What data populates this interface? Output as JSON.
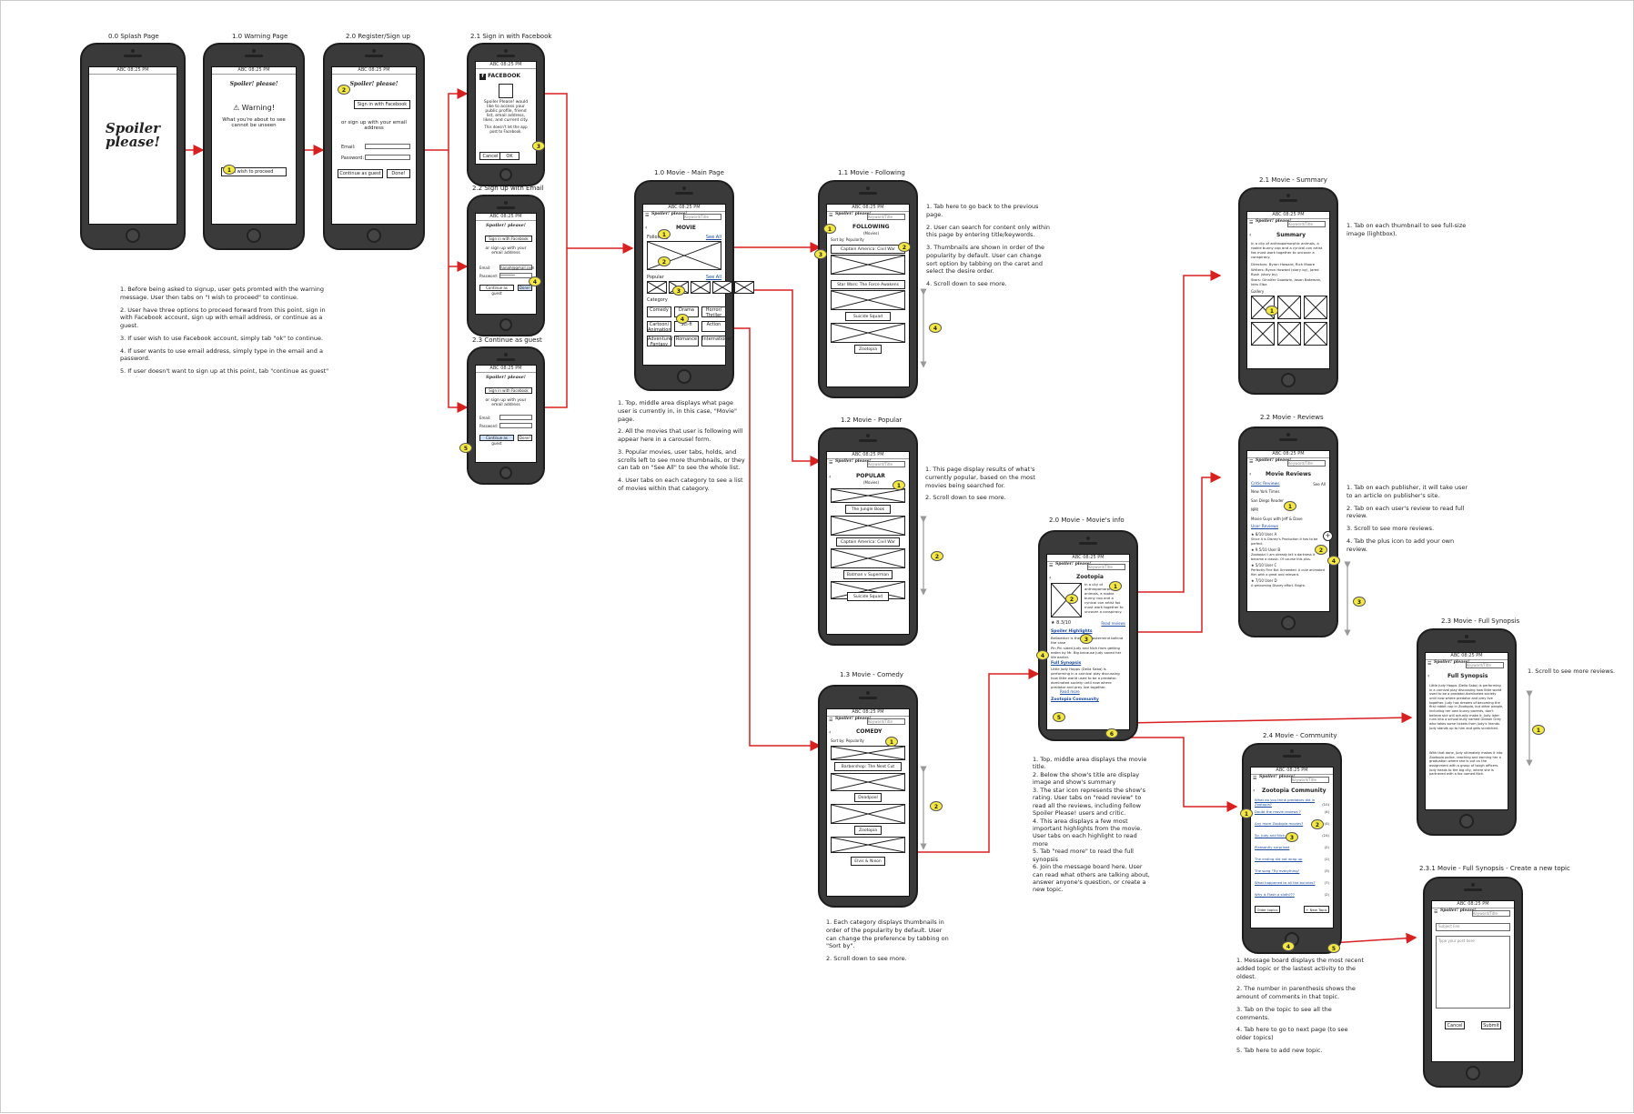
{
  "screens": {
    "s00": {
      "title": "0.0 Splash Page",
      "logo_line1": "Spoiler",
      "logo_line2": "please!"
    },
    "s10": {
      "title": "1.0 Warning Page",
      "logo": "Spoiler! please!",
      "heading": "Warning!",
      "body": "What you're about to see cannot be unseen",
      "button": "I wish to proceed"
    },
    "s20": {
      "title": "2.0 Register/Sign up",
      "fb_button": "Sign in with Facebook",
      "or_text": "or sign up with your email address",
      "email": "Email:",
      "password": "Password:",
      "guest": "Continue as guest",
      "done": "Done!"
    },
    "s21": {
      "title": "2.1 Sign in with Facebook",
      "header": "FACEBOOK",
      "body": "Spoiler Please! would like to access your public profile, friend list, email address, likes, and current city.",
      "note": "This doesn't let the app post to Facebook.",
      "cancel": "Cancel",
      "ok": "OK"
    },
    "s22": {
      "title": "2.2 Sign up with Email",
      "fb": "Sign in with Facebook",
      "or_text": "or sign up with your email address",
      "email": "Email:",
      "email_val": "hanah@gmail.com",
      "password": "Password:",
      "pw_val": "********",
      "guest": "Continue as guest",
      "done": "Done!"
    },
    "s23": {
      "title": "2.3 Continue as guest",
      "fb": "Sign in with Facebook",
      "or_text": "or sign up with your email address",
      "email": "Email:",
      "password": "Password:",
      "guest": "Continue as guest",
      "done": "Done!"
    },
    "m10": {
      "title": "1.0 Movie - Main Page",
      "heading": "MOVIE",
      "search": "Keyword/Title",
      "following": "Following",
      "popular": "Popular",
      "see_all": "See All",
      "category": "Category",
      "cats": [
        "Comedy",
        "Drama",
        "Horror/ Thriller",
        "Cartoon/ Animation",
        "Sci-fi",
        "Action",
        "Adventure/ Fantasy",
        "Romance",
        "International"
      ]
    },
    "m11": {
      "title": "1.1 Movie - Following",
      "heading": "FOLLOWING",
      "sub": "(Movies)",
      "sort": "Sort by: Popularity",
      "items": [
        "Captain America: Civil War",
        "Star Wars: The Force Awakens",
        "Suicide Squad",
        "Zootopia"
      ]
    },
    "m12": {
      "title": "1.2 Movie - Popular",
      "heading": "POPULAR",
      "sub": "(Movies)",
      "items": [
        "The Jungle Book",
        "Captain America: Civil War",
        "Batman v Superman",
        "Suicide Squad"
      ]
    },
    "m13": {
      "title": "1.3 Movie - Comedy",
      "heading": "COMEDY",
      "sort": "Sort by: Popularity",
      "items": [
        "Barbershop: The Next Cut",
        "Deadpool",
        "Zootopia",
        "Elvis & Nixon"
      ]
    },
    "i20": {
      "title": "2.0 Movie - Movie's info",
      "heading": "Zootopia",
      "desc": "In a city of anthropomorphic animals, a rookie bunny cop and a cynical con artist fox must work together to uncover a conspiracy.",
      "rating": "8.3/10",
      "read_review": "Read reviews",
      "highlights": "Spoiler Highlights",
      "h1": "Bellwether is the true mastermind behind the case",
      "h2": "Pin Pin sided Judy and Nick from getting eaten by Mr. Big because Judy saved her life earlier.",
      "synopsis_h": "Full Synopsis",
      "synopsis": "Little Judy Hopps (Della Saba) is performing in a carnival play discussing how little world used to be a predator-dominated society until now where predator and prey live together.",
      "read_more": "Read more",
      "community": "Zootopia Community"
    },
    "v21": {
      "title": "2.1 Movie - Summary",
      "heading": "Summary",
      "body": "In a city of anthropomorphic animals, a rookie bunny cop and a cynical con artist fox must work together to uncover a conspiracy.",
      "directors": "Directors: Byron Howard, Rich Moore",
      "writers": "Writers: Byron Howard (story by), Jared Bush (story by)",
      "stars": "Stars: Ginnifer Goodwin, Jason Bateman, Idris Elba",
      "gallery": "Gallery"
    },
    "v22": {
      "title": "2.2 Movie - Reviews",
      "heading": "Movie Reviews",
      "critic": "Critic Reviews",
      "see_all": "See All",
      "critics": [
        "New York Times",
        "San Diego Reader",
        "NPR",
        "Movie Guys with Jeff & Dave"
      ],
      "user": "User Reviews",
      "users": [
        {
          "score": "8/10",
          "name": "User A",
          "text": "Since it is Disney's Production it has to be perfect."
        },
        {
          "score": "9.5/10",
          "name": "User B",
          "text": "Zootopia! I am already tell a darkness it became a classic. Of course this plus."
        },
        {
          "score": "5/10",
          "name": "User C",
          "text": "Perfectly Fine But Unneeded. A cute animated film with a great and relevant."
        },
        {
          "score": "7/10",
          "name": "User D",
          "text": "A welcoming Disney effort. Bright."
        }
      ]
    },
    "v23": {
      "title": "2.3 Movie - Full Synopsis",
      "heading": "Full Synopsis",
      "body": "Little Judy Hopps (Della Saba) is performing in a carnival play discussing how little world used to be a predator-dominated society until now where predator and prey live together. Judy has dreams of becoming the first rabbit cop in Zootopia, but other people, including her own bunny parents, don't believe she will actually make it. Judy later runs into a school bully named Gideon Grey who takes some tickets from Judy's friends. Judy stands up to him and gets scratched.",
      "body2": "With that done, Judy ultimately makes it into Zootopia police, reaching and earning her a graduation where she is put on the assignment with a group of tough officers. Judy heads to the big city, where she is partnered with a fox named Nick."
    },
    "v24": {
      "title": "2.4 Movie - Community",
      "heading": "Zootopia Community",
      "topics": [
        {
          "t": "What do you think predators did in Zootopia?",
          "n": "(10)"
        },
        {
          "t": "Doubt the movie reviews ?",
          "n": "(4)"
        },
        {
          "t": "Any more Zootopia movies?",
          "n": "(4)"
        },
        {
          "t": "So, Judy and Nick...?",
          "n": "(24)"
        },
        {
          "t": "Pleasantly surprised",
          "n": "(2)"
        },
        {
          "t": "The ending did not wrap up",
          "n": "(1)"
        },
        {
          "t": "The song \"Try everything\"",
          "n": "(3)"
        },
        {
          "t": "What happened to all the bunnies?",
          "n": "(7)"
        },
        {
          "t": "Why is Flash a sloth???",
          "n": "(2)"
        }
      ],
      "older": "Older topics",
      "new_topic": "+ New Topic"
    },
    "v231": {
      "title": "2.3.1 Movie - Full Synopsis - Create a new topic",
      "subject": "Subject line",
      "post": "Type your post here",
      "cancel": "Cancel",
      "submit": "Submit"
    }
  },
  "notes": {
    "n1": [
      "1. Before being asked to signup, user gets promted with the warning message. User then tabs on \"I wish to proceed\" to continue.",
      "2. User have three options to proceed forward from this point, sign in with Facebook account, sign up with email address, or continue as a guest.",
      "3. If user wish to use Facebook account, simply tab \"ok\" to continue.",
      "4. If user wants to use email address, simply type in the email and a password.",
      "5. If user doesn't want to sign up at this point, tab \"continue as guest\""
    ],
    "n2": [
      "1. Top, middle area displays what page user is currently in, in this case, \"Movie\" page.",
      "2. All the movies that user is following will appear here in a carousel form.",
      "3. Popular movies, user tabs, holds, and scrolls left to see more thumbnails, or they can tab on \"See All\" to see the whole list.",
      "4. User tabs on each category to see a list of movies within that category."
    ],
    "n3": [
      "1. Tab here to go back to the previous page.",
      "2. User can search for content only within this page by entering title/keywords.",
      "3. Thumbnails are shown in order of the popularity by default. User can change sort option by tabbing on the caret and select the desire order.",
      "4. Scroll down to see more."
    ],
    "n4": [
      "1. This page display results of what's currently popular, based on the most movies being searched for.",
      "2. Scroll down to see more."
    ],
    "n5": [
      "1. Each category displays thumbnails in order of the popularity by default. User can change the preference by tabbing on \"Sort by\".",
      "2. Scroll down to see more."
    ],
    "n6": [
      "1. Top, middle area displays the movie title.",
      "2. Below the show's title are display image and show's summary",
      "3. The star icon represents the show's rating. User tabs on \"read review\" to read all the reviews, including fellow Spoiler Please! users and critic.",
      "4. This area displays a few most important highlights from the movie. User tabs on each highlight to read more",
      "5. Tab \"read more\" to read the full synopsis",
      "6. Join the message board here. User can read what others are talking about, answer anyone's question, or create a new topic."
    ],
    "n7": [
      "1. Tab on each thumbnail to see full-size image (lightbox)."
    ],
    "n8": [
      "1. Tab on each publisher, it will take user to an article on publisher's site.",
      "2. Tab on each user's review to read full review.",
      "3. Scroll to see more reviews.",
      "4. Tab the plus icon to add your own review."
    ],
    "n9": [
      "1. Scroll to see more reviews."
    ],
    "n10": [
      "1. Message board displays the most recent added topic or the lastest activity to the oldest.",
      "2. The number in parenthesis shows the amount of comments in that topic.",
      "3. Tab on the topic to see all the comments.",
      "4. Tab here to go to next page (to see older topics)",
      "5. Tab here to add new topic."
    ]
  },
  "common": {
    "status": "ABC  08:25 PM",
    "search": "Keyword/Title",
    "logo": "Spoiler! please!"
  },
  "colors": {
    "arrow": "#d92020",
    "badge": "#f4e842",
    "phone": "#3a3a3a"
  }
}
